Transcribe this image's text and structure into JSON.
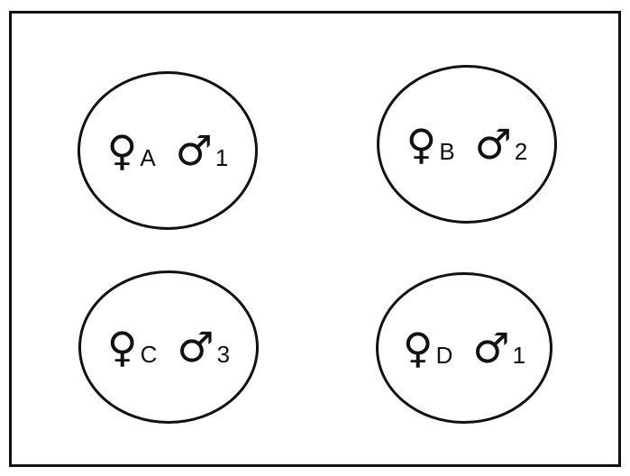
{
  "groups": [
    {
      "female_symbol": "♀",
      "female_id": "A",
      "male_symbol": "♂",
      "male_id": "1"
    },
    {
      "female_symbol": "♀",
      "female_id": "B",
      "male_symbol": "♂",
      "male_id": "2"
    },
    {
      "female_symbol": "♀",
      "female_id": "C",
      "male_symbol": "♂",
      "male_id": "3"
    },
    {
      "female_symbol": "♀",
      "female_id": "D",
      "male_symbol": "♂",
      "male_id": "1"
    }
  ],
  "colors": {
    "stroke": "#111111",
    "background": "#ffffff"
  },
  "icons": {
    "female": "female-symbol-icon",
    "male": "male-symbol-icon"
  }
}
